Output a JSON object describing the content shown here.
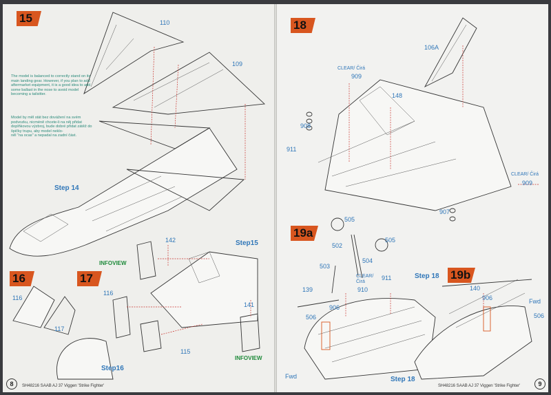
{
  "left_page": {
    "step15": {
      "number": "15",
      "part_110": "110",
      "part_109": "109",
      "step14_label": "Step 14"
    },
    "note_en": "The model is balanced to correctly stand on its main landing gear. However, if you plan to add aftermarket equipment, it is a good idea to add some ballast in the nose to avoid model becoming a tailsitter.",
    "note_cz": "Model by měl stát bez dovážení na svém podvozku, nicméně chcete-li na něj přidat doplňkovou výzbroj, bude dobré přidat zátěž do špičky trupu, aby  model neklo-\nněl \"na ocas\" a nepadal na zadní část.",
    "step16": {
      "number": "16",
      "part_116": "116",
      "part_117": "117"
    },
    "step17": {
      "number": "17",
      "part_142": "142",
      "part_116": "116",
      "part_115": "115",
      "part_141": "141",
      "infoview_top": "INFOVIEW",
      "infoview_bottom": "INFOVIEW",
      "step15_label": "Step15",
      "step16_label": "Step16"
    },
    "footer": "SH48216  SAAB AJ 37 Viggen 'Strike Fighter'",
    "page_number": "8"
  },
  "right_page": {
    "step18": {
      "number": "18",
      "part_106A": "106A",
      "part_148": "148",
      "clear_909_top_label": "CLEAR/ Čirá",
      "clear_909_top_num": "909",
      "clear_909_right_label": "CLEAR/ Čirá",
      "clear_909_right_num": "909",
      "part_908": "908",
      "part_911": "911",
      "part_907": "907"
    },
    "step19a": {
      "number": "19a",
      "part_505a": "505",
      "part_505b": "505",
      "part_502": "502",
      "part_503": "503",
      "part_504": "504",
      "part_139": "139",
      "clear_910_label": "CLEAR/\nČirá",
      "clear_910_num": "910",
      "part_911": "911",
      "part_906": "906",
      "part_506": "506",
      "step18_a": "Step 18",
      "step18_b": "Step 18",
      "fwd": "Fwd"
    },
    "step19b": {
      "number": "19b",
      "part_140": "140",
      "part_906": "906",
      "part_506": "506",
      "fwd": "Fwd"
    },
    "footer": "SH48216  SAAB AJ 37 Viggen 'Strike Fighter'",
    "page_number": "9"
  },
  "colors": {
    "step_box": "#d8561f",
    "label_blue": "#2f76b8",
    "infoview_green": "#1e8a3a",
    "note_teal": "#2a8a7a",
    "guide_red": "#c9322c"
  }
}
